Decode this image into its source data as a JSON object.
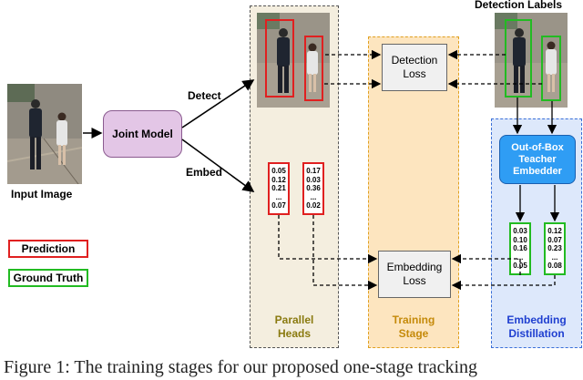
{
  "labels": {
    "input_image": "Input Image",
    "joint_model": "Joint Model",
    "detect": "Detect",
    "embed": "Embed",
    "detection_labels": "Detection Labels",
    "detection_loss": "Detection Loss",
    "embedding_loss": "Embedding Loss",
    "teacher": "Out-of-Box Teacher Embedder",
    "parallel_heads": "Parallel Heads",
    "training_stage": "Training Stage",
    "embedding_distillation": "Embedding Distillation"
  },
  "legend": {
    "prediction": "Prediction",
    "ground_truth": "Ground Truth"
  },
  "vectors": {
    "pred1": [
      "0.05",
      "0.12",
      "0.21",
      "...",
      "0.07"
    ],
    "pred2": [
      "0.17",
      "0.03",
      "0.36",
      "...",
      "0.02"
    ],
    "gt1": [
      "0.03",
      "0.10",
      "0.16",
      "...",
      "0.05"
    ],
    "gt2": [
      "0.12",
      "0.07",
      "0.23",
      "...",
      "0.08"
    ]
  },
  "caption": "Figure 1: The training stages for our proposed one-stage tracking",
  "colors": {
    "prediction": "#e02020",
    "ground_truth": "#22bb22",
    "parallel_heads_bg": "#f4eedf",
    "training_stage_bg": "#fde5bf",
    "distillation_bg": "#dde8fb",
    "joint_model_fill": "#e3c6e6",
    "teacher_fill": "#2f9df4",
    "accent_olive": "#8a7a10",
    "accent_orange": "#c58a0a",
    "accent_blue": "#1f3fd0"
  }
}
